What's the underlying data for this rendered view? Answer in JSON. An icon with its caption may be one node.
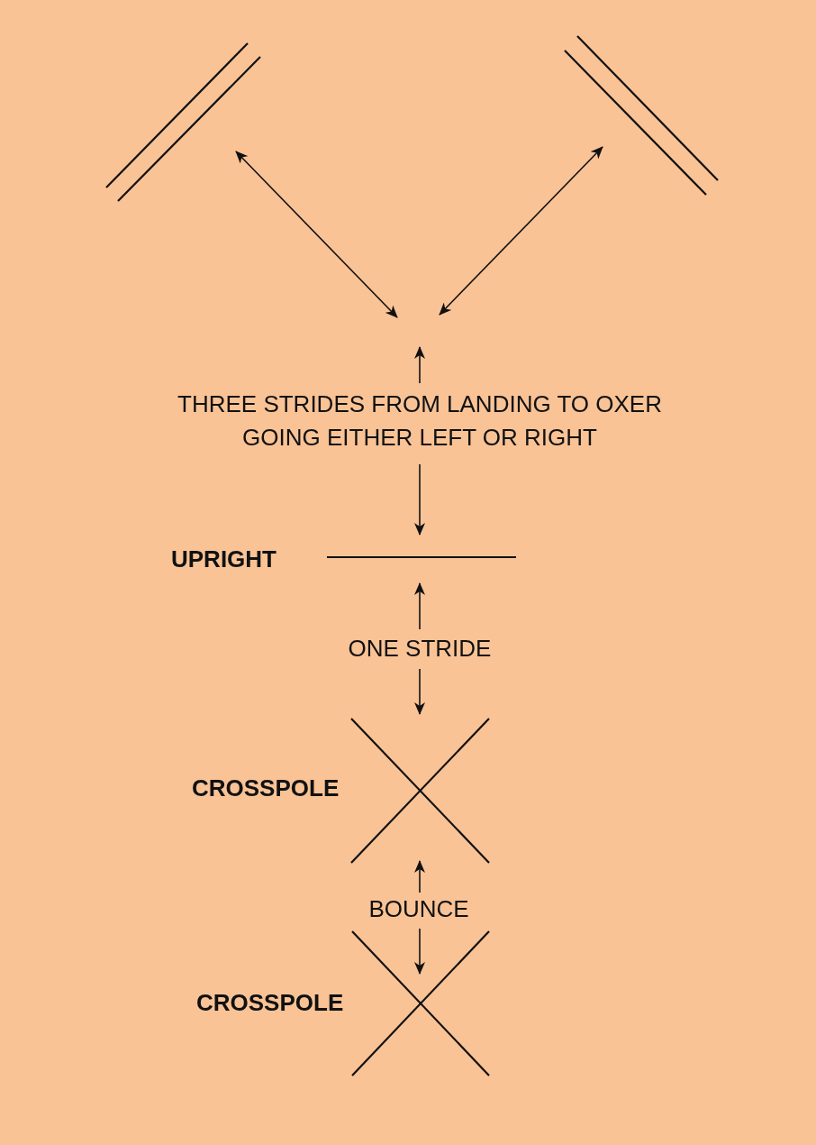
{
  "diagram": {
    "nodes": [
      {
        "text": [],
        "shape": "bar"
      },
      {
        "text": [],
        "shape": "bar"
      },
      {
        "text": [
          "THREE STRIDES FROM LANDING TO OXER GOING EITHER LEFT OR RIGHT"
        ]
      },
      {
        "text": [],
        "shape": "bar",
        "beside": [
          "UPRIGHT"
        ]
      },
      {
        "text": [
          "ONE STRIDE"
        ]
      },
      {
        "text": [],
        "shape": "cross",
        "beside": [
          "CROSSPOLE"
        ]
      },
      {
        "text": [
          "BOUNCE"
        ]
      },
      {
        "text": [],
        "shape": "cross",
        "beside": [
          "CROSSPOLE"
        ]
      }
    ],
    "edges": [
      {
        "from": null,
        "to": 0,
        "arrow": "both"
      },
      {
        "from": null,
        "to": 1,
        "arrow": "both"
      },
      {
        "from": 2,
        "to": null,
        "arrow": "to"
      },
      {
        "from": 2,
        "to": 3,
        "arrow": "to"
      },
      {
        "from": 4,
        "to": 3,
        "arrow": "to"
      },
      {
        "from": 4,
        "to": 5,
        "arrow": "to"
      },
      {
        "from": 6,
        "to": 5,
        "arrow": "to"
      },
      {
        "from": 6,
        "to": 7,
        "arrow": "to"
      }
    ]
  }
}
